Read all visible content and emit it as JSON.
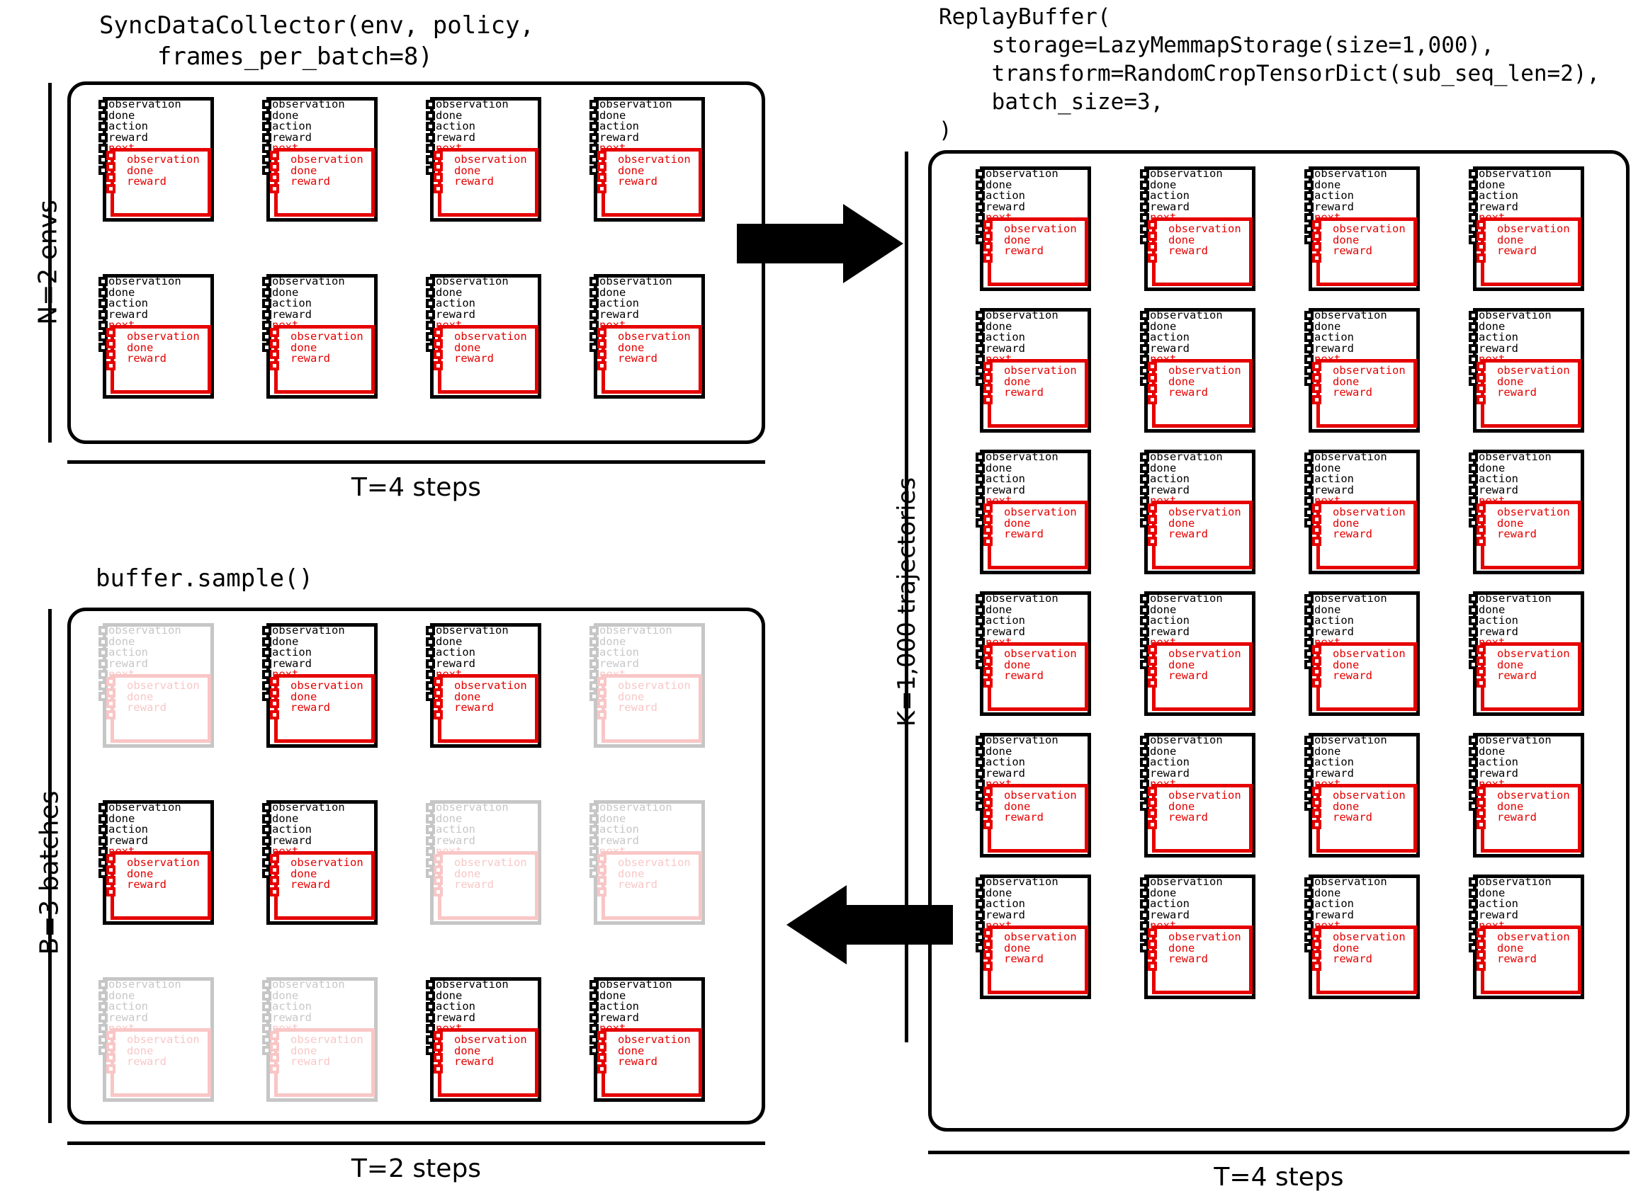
{
  "titles": {
    "collector": "SyncDataCollector(env, policy,\n    frames_per_batch=8)",
    "replay_buffer": "ReplayBuffer(\n    storage=LazyMemmapStorage(size=1,000),\n    transform=RandomCropTensorDict(sub_seq_len=2),\n    batch_size=3,\n)",
    "sample": "buffer.sample()"
  },
  "axes": {
    "collector_rows": "N=2 envs",
    "collector_cols": "T=4 steps",
    "sample_rows": "B=3 batches",
    "sample_cols": "T=2 steps",
    "buffer_rows": "K=1,000 trajectories",
    "buffer_cols": "T=4 steps"
  },
  "tensordict": {
    "outer_keys": [
      "observation",
      "done",
      "action",
      "reward"
    ],
    "nested_key": "next",
    "inner_keys": [
      "observation",
      "done",
      "reward"
    ]
  },
  "colors": {
    "outer": "#000000",
    "nested": "#e60000",
    "faded": "rgba(0,0,0,0.22)",
    "background": "#ffffff"
  },
  "grids": {
    "collector": {
      "rows": 2,
      "cols": 4,
      "faded": []
    },
    "sample": {
      "rows": 3,
      "cols": 4,
      "faded": [
        [
          0,
          0
        ],
        [
          0,
          3
        ],
        [
          1,
          2
        ],
        [
          1,
          3
        ],
        [
          2,
          0
        ],
        [
          2,
          1
        ]
      ]
    },
    "buffer": {
      "rows": 6,
      "cols": 4,
      "faded": []
    }
  },
  "arrows": {
    "collector_to_buffer": "arrow-right",
    "buffer_to_sample": "arrow-left"
  }
}
